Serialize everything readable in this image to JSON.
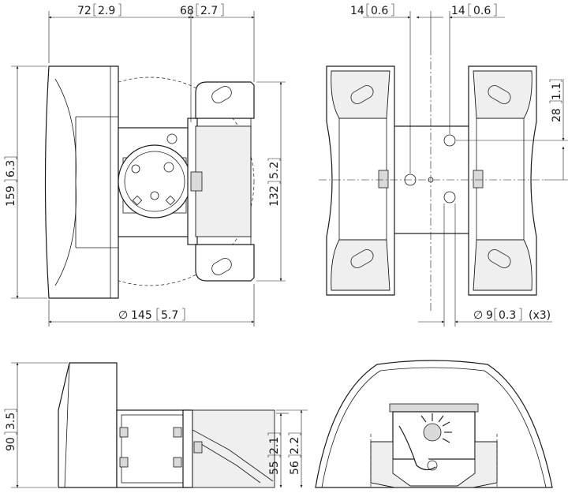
{
  "dimensions": {
    "top_left_width": "72",
    "top_left_width_inch": "2.9",
    "top_mid_width": "68",
    "top_mid_width_inch": "2.7",
    "height_total": "159",
    "height_total_inch": "6.3",
    "height_inner": "132",
    "height_inner_inch": "5.2",
    "diameter_symbol": "∅",
    "diameter": "145",
    "diameter_inch": "5.7",
    "right_gap_a": "14",
    "right_gap_a_inch": "0.6",
    "right_gap_b": "14",
    "right_gap_b_inch": "0.6",
    "right_offset": "28",
    "right_offset_inch": "1.1",
    "hole_symbol": "∅",
    "hole": "9",
    "hole_inch": "0.3",
    "hole_count": "(x3)",
    "side_height": "90",
    "side_height_inch": "3.5",
    "side_inner_a": "55",
    "side_inner_a_inch": "2.1",
    "side_inner_b": "56",
    "side_inner_b_inch": "2.2"
  }
}
